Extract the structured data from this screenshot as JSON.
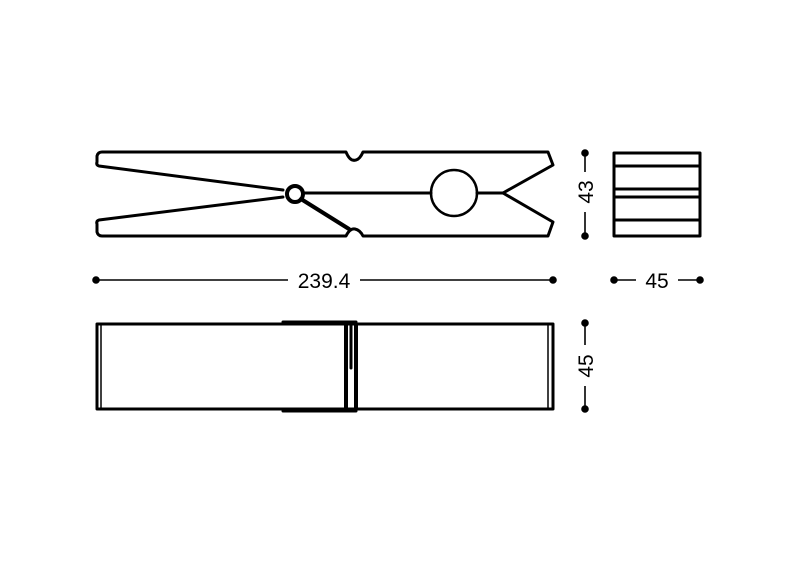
{
  "drawing": {
    "subject": "clothespin",
    "line_color": "#000000",
    "background": "#ffffff"
  },
  "dimensions": {
    "length": "239.4",
    "height_side": "43",
    "width_end": "45",
    "width_top": "45"
  }
}
